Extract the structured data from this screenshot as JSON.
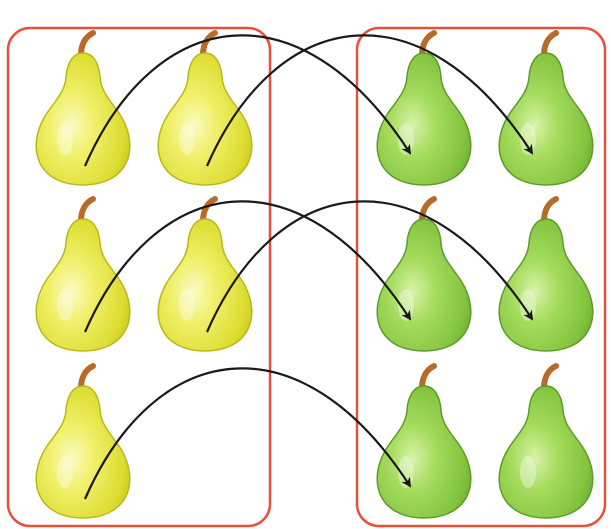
{
  "colors": {
    "frame": "#e8503a",
    "yellow_pear_light": "#f4f489",
    "yellow_pear_mid": "#dfe23a",
    "yellow_pear_dark": "#b8b81c",
    "green_pear_light": "#c8ec8a",
    "green_pear_mid": "#8bcc44",
    "green_pear_dark": "#5f9a2a",
    "stem": "#b86a2a",
    "arrow": "#1a1a1a",
    "background": "#ffffff"
  },
  "groups": [
    {
      "name": "yellow-pears",
      "color": "yellow",
      "count": 5
    },
    {
      "name": "green-pears",
      "color": "green",
      "count": 6
    }
  ],
  "pairings": [
    {
      "from_pear": 1,
      "to_pear": 1
    },
    {
      "from_pear": 2,
      "to_pear": 2
    },
    {
      "from_pear": 3,
      "to_pear": 3
    },
    {
      "from_pear": 4,
      "to_pear": 4
    },
    {
      "from_pear": 5,
      "to_pear": 5
    }
  ],
  "unpaired_green_pears": 1
}
